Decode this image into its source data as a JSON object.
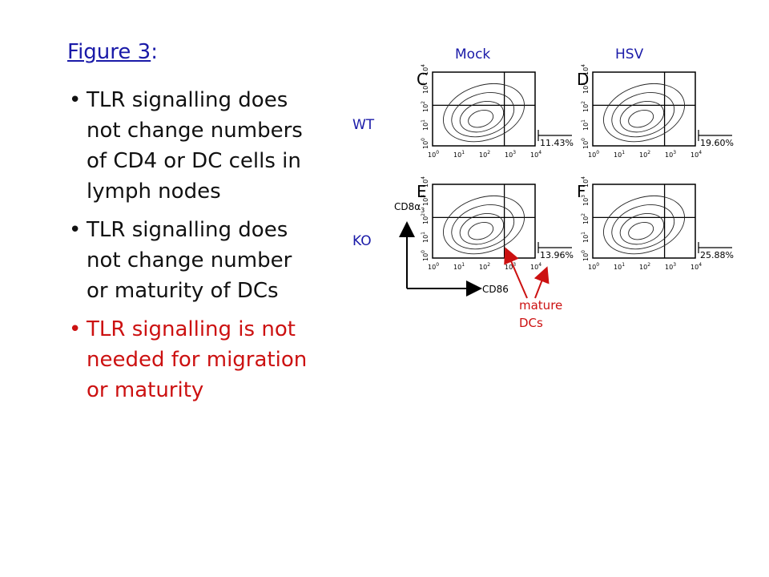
{
  "slide": {
    "figure_label": "Figure 3",
    "figure_colon": ":",
    "bullets": [
      {
        "text": "TLR signalling does not change numbers of CD4 or DC cells in lymph nodes"
      },
      {
        "text": "TLR signalling does not change number or maturity of DCs"
      },
      {
        "text": "TLR signalling is not needed for migration or maturity"
      }
    ]
  },
  "figure": {
    "col_headers": [
      "Mock",
      "HSV"
    ],
    "row_labels": [
      "WT",
      "KO"
    ],
    "panels": [
      {
        "letter": "C",
        "percent": "11.43%"
      },
      {
        "letter": "D",
        "percent": "19.60%"
      },
      {
        "letter": "E",
        "percent": "13.96%"
      },
      {
        "letter": "F",
        "percent": "25.88%"
      }
    ],
    "tick_labels": [
      "10",
      "10",
      "10",
      "10",
      "10"
    ],
    "tick_exponents": [
      "0",
      "1",
      "2",
      "3",
      "4"
    ],
    "y_axis_label": "CD8α",
    "y_axis_sub": "3",
    "x_axis_label": "CD86",
    "annotation": [
      "mature",
      "DCs"
    ]
  },
  "colors": {
    "title": "#1a1aa8",
    "emphasis": "#cc1111"
  }
}
